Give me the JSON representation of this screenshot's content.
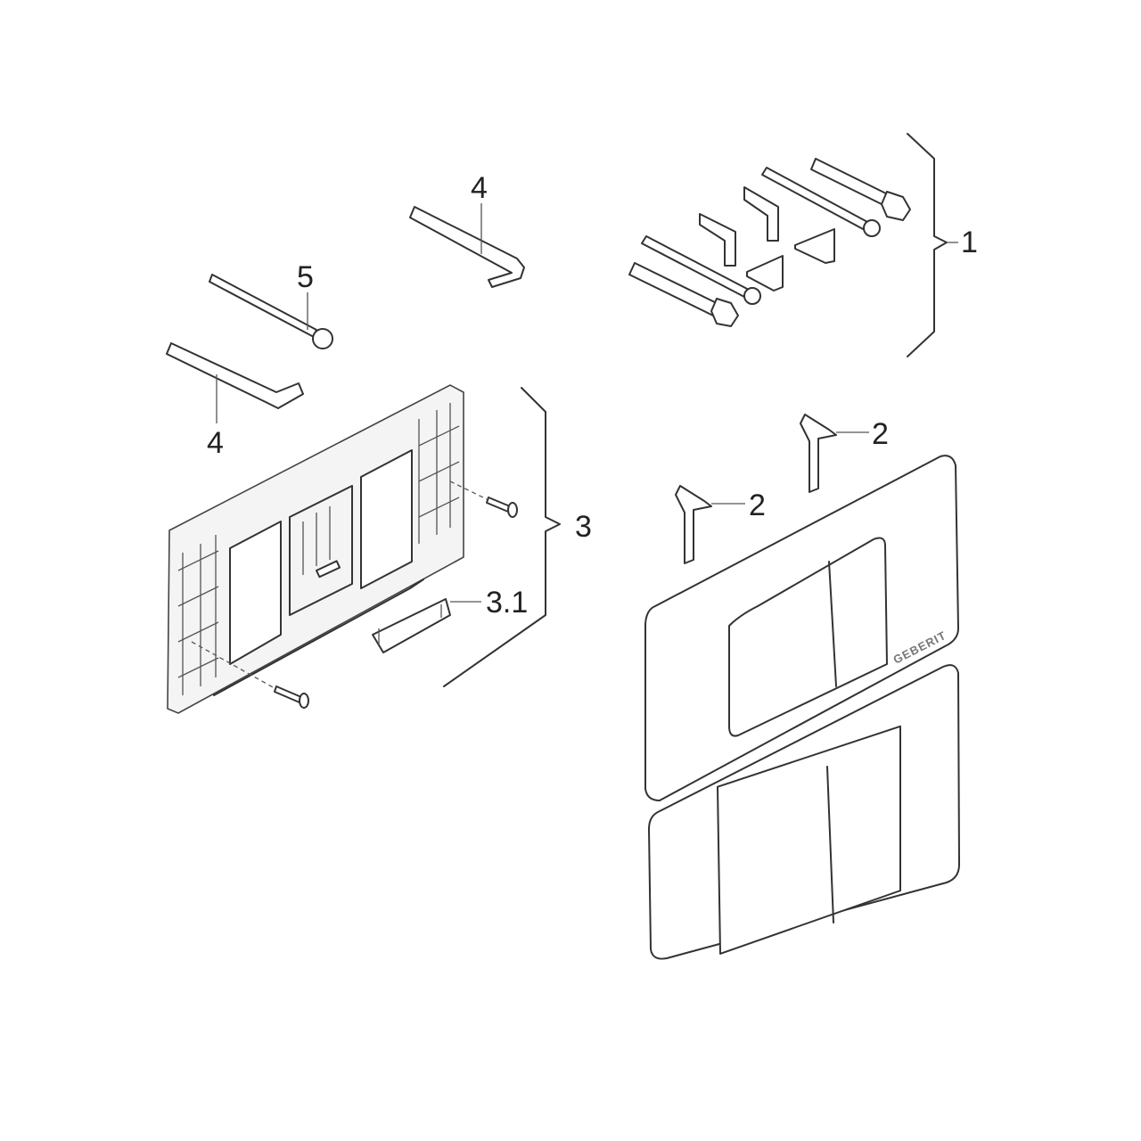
{
  "labels": {
    "part_1": "1",
    "part_2a": "2",
    "part_2b": "2",
    "part_3": "3",
    "part_3_1": "3.1",
    "part_4a": "4",
    "part_4b": "4",
    "part_5": "5"
  },
  "logo_text": "GEBERIT"
}
